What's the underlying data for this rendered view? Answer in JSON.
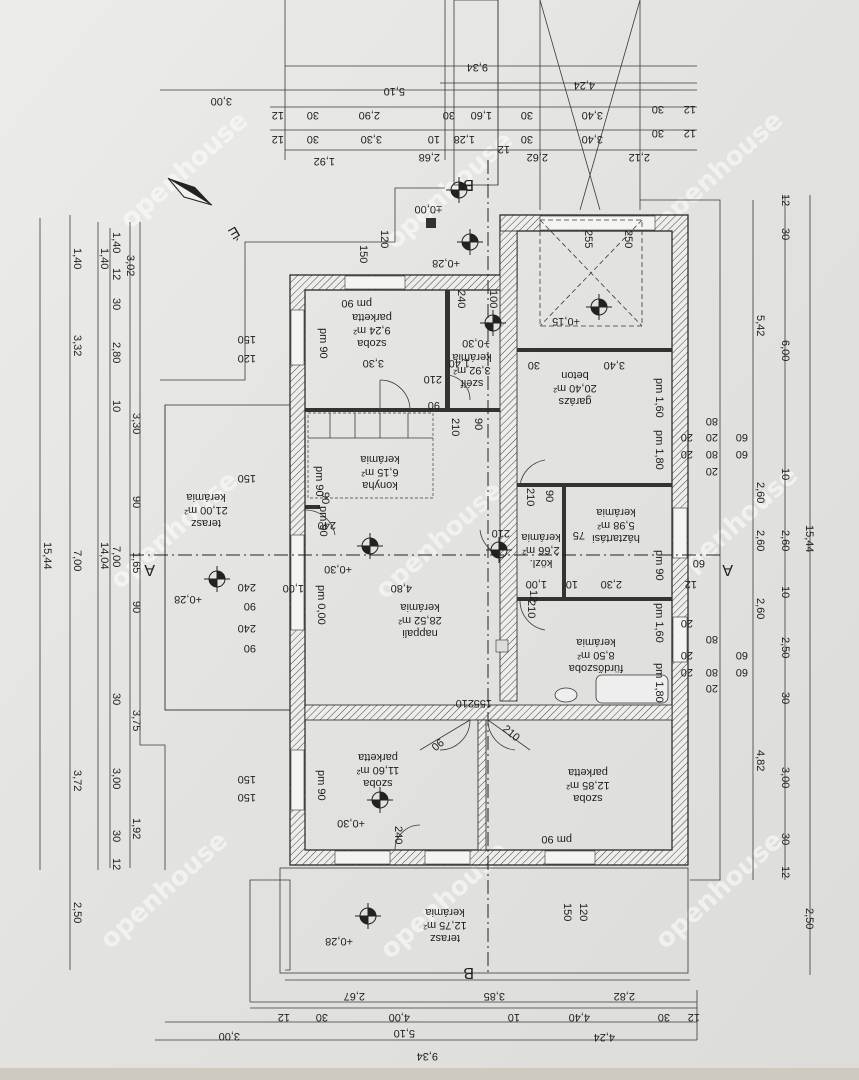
{
  "watermark": "openhouse",
  "north": "É",
  "sections": {
    "a": "A",
    "b": "B"
  },
  "top_dims": {
    "row1": [
      "9,34"
    ],
    "row2": [
      "3,00",
      "5,10"
    ],
    "row3": [
      "4,24"
    ],
    "row4": [
      "12",
      "30",
      "2,90",
      "30",
      "1,60",
      "30",
      "3,40",
      "30",
      "12"
    ],
    "row5": [
      "12",
      "30",
      "3,30",
      "10",
      "1,28",
      "12",
      "30",
      "3,40",
      "30",
      "12"
    ],
    "row6": [
      "1,92",
      "2,68",
      "2,62",
      "2,12"
    ]
  },
  "bottom_dims": {
    "row1": [
      "2,67",
      "3,85",
      "2,82"
    ],
    "row2": [
      "12",
      "30",
      "4,00",
      "10",
      "4,40",
      "30",
      "12"
    ],
    "row3": [
      "3,00",
      "5,10",
      "4,24"
    ],
    "row4": [
      "9,34"
    ]
  },
  "left_dims": {
    "outer": [
      "15,44"
    ],
    "mid1": [
      "3,02",
      "15,44",
      "3,32",
      "7,00",
      "3,72",
      "2,50"
    ],
    "mid2": [
      "1,40",
      "14,04",
      "1,40"
    ],
    "inner1": [
      "1,40",
      "2,80",
      "3,30",
      "90",
      "1,65",
      "7,00",
      "90",
      "3,75",
      "3,00",
      "1,92"
    ],
    "inner2": [
      "12",
      "30",
      "10",
      "30",
      "30",
      "12"
    ]
  },
  "right_dims": {
    "outer": [
      "15,44",
      "2,50"
    ],
    "mid": [
      "5,42",
      "2,60",
      "2,60",
      "2,60",
      "4,82"
    ],
    "inner": [
      "12",
      "30",
      "6,00",
      "10",
      "2,60",
      "10",
      "2,50",
      "30",
      "3,00",
      "30",
      "12"
    ]
  },
  "rooms": [
    {
      "name": "szoba",
      "area": "9,24 m²",
      "floor": "parketta"
    },
    {
      "name": "szélf",
      "area": "3,92 m²",
      "floor": "kerámia"
    },
    {
      "name": "garázs",
      "area": "20,40 m²",
      "floor": "beton"
    },
    {
      "name": "konyha",
      "area": "6,15 m²",
      "floor": "kerámia"
    },
    {
      "name": "háztartási",
      "area": "5,98 m²",
      "floor": "kerámia"
    },
    {
      "name": "közl.",
      "area": "2,66 m²",
      "floor": "kerámia"
    },
    {
      "name": "terasz",
      "area": "21,00 m²",
      "floor": "kerámia"
    },
    {
      "name": "nappali",
      "area": "28,52 m²",
      "floor": "kerámia"
    },
    {
      "name": "fürdőszoba",
      "area": "8,50 m²",
      "floor": "kerámia"
    },
    {
      "name": "szoba",
      "area": "11,60 m²",
      "floor": "parketta"
    },
    {
      "name": "szoba",
      "area": "12,85 m²",
      "floor": "parketta"
    },
    {
      "name": "terasz",
      "area": "12,75 m²",
      "floor": "kerámia"
    }
  ],
  "levels": [
    "±0,00",
    "+0,15",
    "+0,30",
    "+0,28",
    "+0,28",
    "+0,30",
    "±0,00"
  ],
  "inner_dims": [
    "150",
    "120",
    "150",
    "120",
    "150",
    "120",
    "150",
    "120",
    "pm 90",
    "pm 90",
    "3,30",
    "pm 90",
    "1,40",
    "10",
    "100",
    "240",
    "255",
    "250",
    "3,40",
    "30",
    "pm 1,60",
    "pm 1,80",
    "80",
    "60",
    "20",
    "20",
    "80",
    "60",
    "20",
    "20",
    "210",
    "90",
    "210",
    "90",
    "210",
    "90",
    "pm 90",
    "240",
    "90",
    "240",
    "210",
    "75",
    "1,00",
    "10",
    "2,30",
    "12",
    "60",
    "pm 90",
    "210",
    "4,80",
    "pm 0,00",
    "240",
    "90",
    "240",
    "90",
    "210",
    "155",
    "pm 1,60",
    "pm 1,80",
    "20",
    "80",
    "20",
    "60",
    "20",
    "80",
    "60",
    "20",
    "90",
    "210",
    "pm 90",
    "240",
    "pm 90",
    "pm 90",
    "1,50",
    "12",
    "1,00"
  ]
}
